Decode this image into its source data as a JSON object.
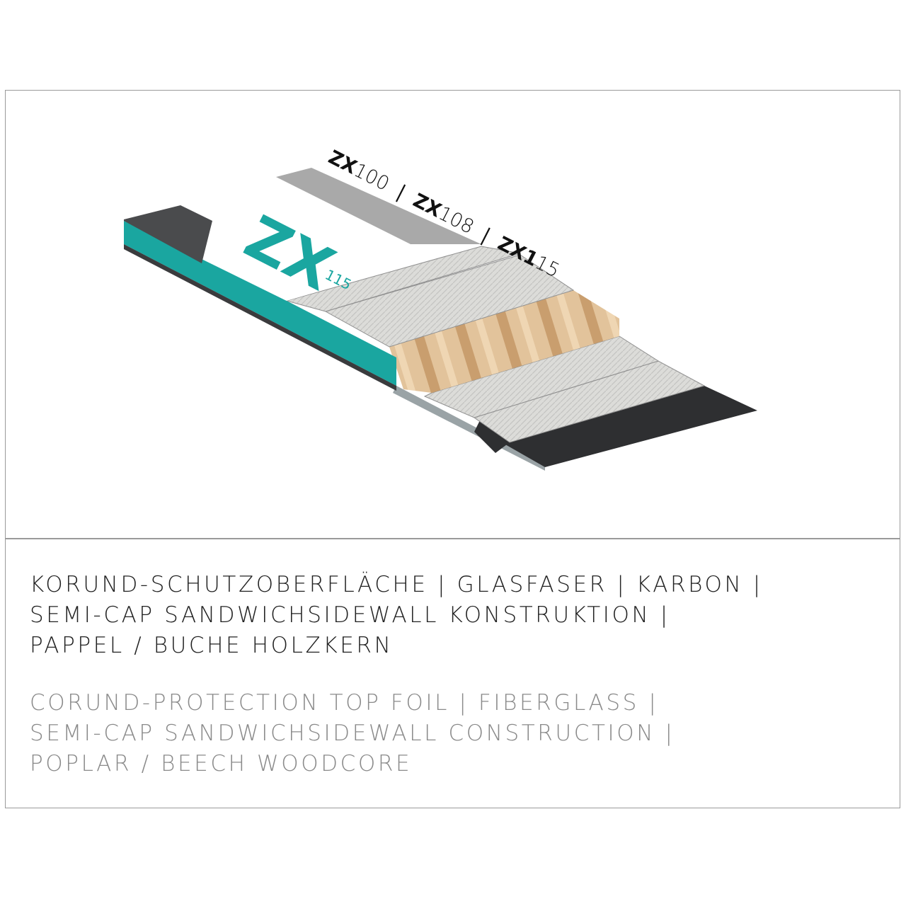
{
  "illustration": {
    "logo": "ZX",
    "logo_sub": "115",
    "models": [
      {
        "bold": "ZX",
        "num": "100"
      },
      {
        "bold": "ZX",
        "num": "108"
      },
      {
        "bold": "ZX1",
        "num": "15"
      }
    ],
    "separator": "|",
    "colors": {
      "teal": "#1aa6a0",
      "dark": "#4a4b4d",
      "gray_strip": "#a9a9a9",
      "fiberglass": "#d9d9d6",
      "wood": "#d9b48a",
      "base": "#2e2f31"
    }
  },
  "description_de": [
    "KORUND-SCHUTZOBERFLÄCHE | GLASFASER | KARBON |",
    "SEMI-CAP SANDWICHSIDEWALL KONSTRUKTION |",
    "PAPPEL / BUCHE HOLZKERN"
  ],
  "description_en": [
    "CORUND-PROTECTION TOP FOIL | FIBERGLASS |",
    "SEMI-CAP SANDWICHSIDEWALL CONSTRUCTION |",
    "POPLAR / BEECH WOODCORE"
  ]
}
